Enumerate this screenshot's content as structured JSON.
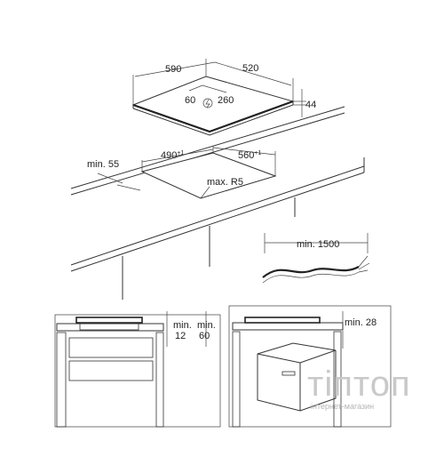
{
  "dimensions": {
    "width": "590",
    "depth": "520",
    "height": "44",
    "connector_left": "60",
    "connector_right": "260",
    "cutout_depth": "490",
    "cutout_depth_tol": "+1",
    "cutout_width": "560",
    "cutout_width_tol": "+1",
    "front_clearance": "min. 55",
    "corner_radius": "max. R5",
    "cable_length": "min. 1500",
    "gap_min_12": "min.",
    "gap_val_12": "12",
    "gap_min_60": "min.",
    "gap_val_60": "60",
    "oven_gap": "min. 28"
  },
  "icons": [
    "power-plug-icon"
  ],
  "watermark": {
    "brand": "тiптоп",
    "subtitle": "інтернет-магазин"
  },
  "colors": {
    "line": "#333333",
    "watermark": "#c9c9c9"
  }
}
